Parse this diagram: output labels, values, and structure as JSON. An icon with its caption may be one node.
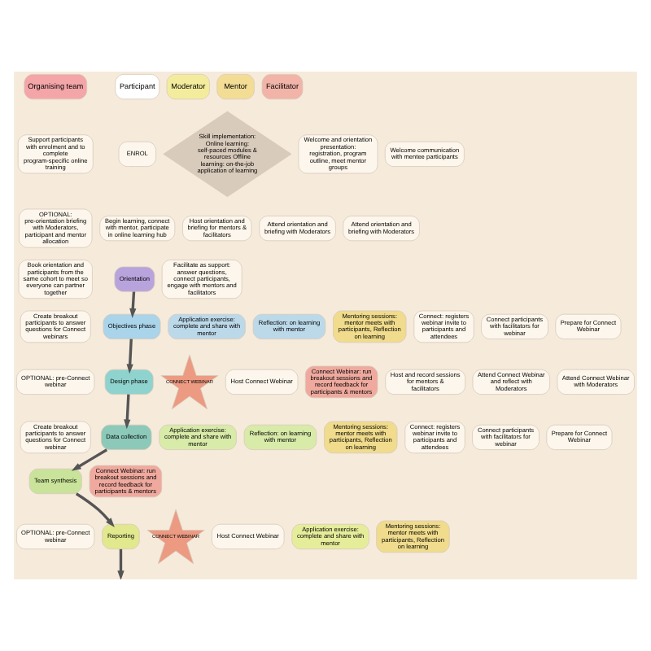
{
  "diagram": {
    "nodes": [
      {
        "text": [
          "Organising team"
        ]
      },
      {
        "text": [
          "Participant"
        ]
      },
      {
        "text": [
          "Moderator"
        ]
      },
      {
        "text": [
          "Mentor"
        ]
      },
      {
        "text": [
          "Facilitator"
        ]
      },
      {
        "text": [
          "Support participants with enrolment and to complete program-specific online training"
        ]
      },
      {
        "text": [
          "Skill implementation: Online learning: self-paced modules & resources Offline learning: on-the-job application of learning"
        ]
      },
      {
        "text": [
          "ENROL"
        ]
      },
      {
        "text": [
          "Welcome and orientation presentation: registration, program outline, meet mentor groups"
        ]
      },
      {
        "text": [
          "Welcome communication with mentee participants"
        ]
      },
      {
        "text": [
          "OPTIONAL: pre-orientation briefing with Moderators, participant and mentor allocation"
        ]
      },
      {
        "text": [
          "Begin learning, connect with mentor, participate in online learning hub"
        ]
      },
      {
        "text": [
          "Host orientation and briefing for mentors & facilitators"
        ]
      },
      {
        "text": [
          "Attend orientation and briefing with Moderators"
        ]
      },
      {
        "text": [
          "Attend orientation and briefing with Moderators"
        ]
      },
      {
        "text": [
          "Book orientation and participants from the same cohort to meet so everyone can partner together"
        ]
      },
      {
        "text": [
          "Orientation"
        ]
      },
      {
        "text": [
          "Facilitate as support: answer questions, connect participants, engage with mentors and facilitators"
        ]
      },
      {
        "text": [
          "Create breakout participants to answer questions for Connect webinars"
        ]
      },
      {
        "text": [
          "Objectives phase"
        ]
      },
      {
        "text": [
          "Application exercise: complete and share with mentor"
        ]
      },
      {
        "text": [
          "Reflection: on learning with mentor"
        ]
      },
      {
        "text": [
          "Mentoring sessions: mentor meets with participants, Reflection on learning"
        ]
      },
      {
        "text": [
          "Connect: registers webinar invite to participants and attendees"
        ]
      },
      {
        "text": [
          "Connect participants with facilitators for webinar"
        ]
      },
      {
        "text": [
          "Prepare for Connect Webinar"
        ]
      },
      {
        "text": [
          "OPTIONAL: pre-Connect webinar"
        ]
      },
      {
        "text": [
          "Design phase"
        ]
      },
      {
        "text": [
          "CONNECT WEBINAR"
        ]
      },
      {
        "text": [
          "Host Connect Webinar"
        ]
      },
      {
        "text": [
          "Connect Webinar: run breakout sessions and record feedback for participants & mentors"
        ]
      },
      {
        "text": [
          "Host and record sessions for mentors & facilitators"
        ]
      },
      {
        "text": [
          "Attend Connect Webinar and reflect with Moderators"
        ]
      },
      {
        "text": [
          "Attend Connect Webinar with Moderators"
        ]
      },
      {
        "text": [
          "Create breakout participants to answer questions for Connect webinar"
        ]
      },
      {
        "text": [
          "Data collection"
        ]
      },
      {
        "text": [
          "Application exercise: complete and share with mentor"
        ]
      },
      {
        "text": [
          "Reflection: on learning with mentor"
        ]
      },
      {
        "text": [
          "Mentoring sessions: mentor meets with participants, Reflection on learning"
        ]
      },
      {
        "text": [
          "Connect: registers webinar invite to participants and attendees"
        ]
      },
      {
        "text": [
          "Connect participants with facilitators for webinar"
        ]
      },
      {
        "text": [
          "Prepare for Connect Webinar"
        ]
      },
      {
        "text": [
          "Team synthesis"
        ]
      },
      {
        "text": [
          "Connect Webinar: run breakout sessions and record feedback for participants & mentors"
        ]
      },
      {
        "text": [
          "OPTIONAL: pre-Connect webinar"
        ]
      },
      {
        "text": [
          "Reporting"
        ]
      },
      {
        "text": [
          "CONNECT WEBINAR"
        ]
      },
      {
        "text": [
          "Host Connect Webinar"
        ]
      },
      {
        "text": [
          "Application exercise: complete and share with mentor"
        ]
      },
      {
        "text": [
          "Mentoring sessions: mentor meets with participants, Reflection on learning"
        ]
      }
    ],
    "edges": [
      {
        "from": 16,
        "to": 19,
        "arrow": "to"
      },
      {
        "from": 19,
        "to": 27,
        "arrow": "to"
      },
      {
        "from": 27,
        "to": 35,
        "arrow": "to"
      },
      {
        "from": 35,
        "to": 42,
        "arrow": "to"
      },
      {
        "from": 42,
        "to": 45,
        "arrow": "to"
      },
      {
        "from": 45,
        "to": null,
        "arrow": "to"
      }
    ]
  }
}
